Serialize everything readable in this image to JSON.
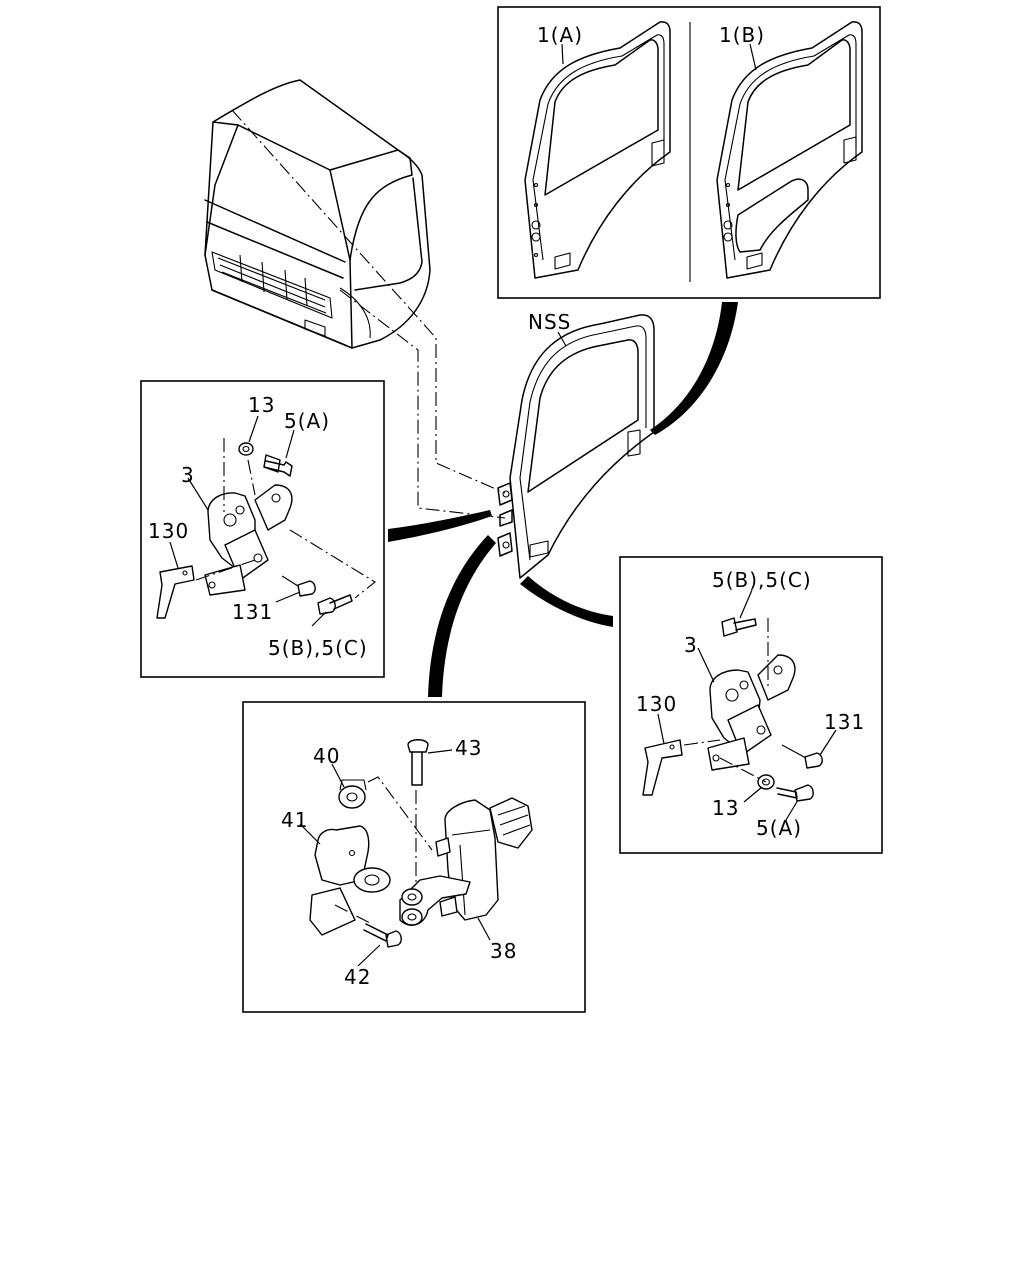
{
  "labels": {
    "door_a": "1(A)",
    "door_b": "1(B)",
    "nss": "NSS",
    "p13_left": "13",
    "p5a_left": "5(A)",
    "p3_left": "3",
    "p130_left": "130",
    "p131_left": "131",
    "p5bc_left": "5(B),5(C)",
    "p5bc_right": "5(B),5(C)",
    "p3_right": "3",
    "p130_right": "130",
    "p131_right": "131",
    "p13_right": "13",
    "p5a_right": "5(A)",
    "p40": "40",
    "p43": "43",
    "p41": "41",
    "p38": "38",
    "p42": "42"
  }
}
